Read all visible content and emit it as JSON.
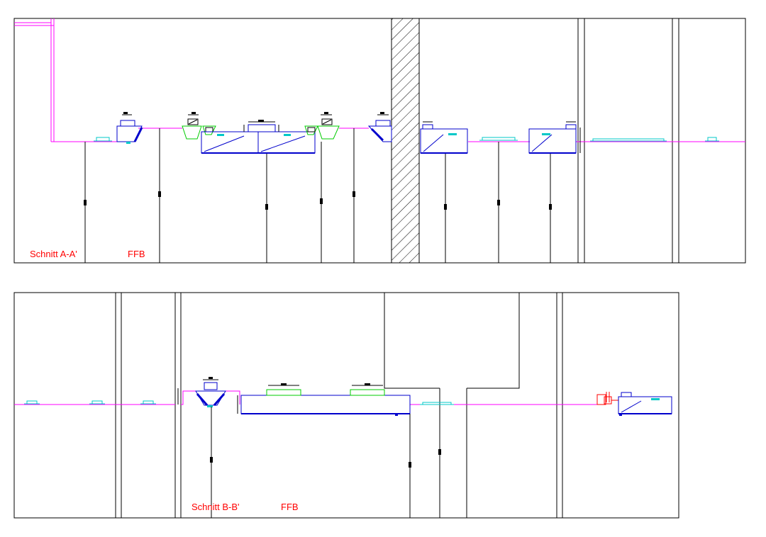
{
  "colors": {
    "outline": "#000000",
    "duct": "#ff00ff",
    "equipment": "#0000cc",
    "grille": "#00c8c8",
    "hood": "#00cc00",
    "fan": "#ff0000",
    "label": "#ff0000"
  },
  "section_a": {
    "title": "Schnitt A-A'",
    "level": "FFB"
  },
  "section_b": {
    "title": "Schnitt B-B'",
    "level": "FFB"
  }
}
